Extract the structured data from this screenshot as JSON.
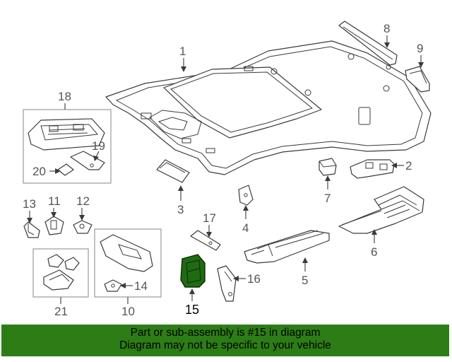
{
  "labels": {
    "p1": "1",
    "p2": "2",
    "p3": "3",
    "p4": "4",
    "p5": "5",
    "p6": "6",
    "p7": "7",
    "p8": "8",
    "p9": "9",
    "p10": "10",
    "p11": "11",
    "p12": "12",
    "p13": "13",
    "p14": "14",
    "p15": "15",
    "p16": "16",
    "p17": "17",
    "p18": "18",
    "p19": "19",
    "p20": "20",
    "p21": "21"
  },
  "highlight": {
    "part_number": "15",
    "color": "#1f6b12"
  },
  "banner": {
    "line1": "Part or sub-assembly is #15 in diagram",
    "line2": "Diagram may not be specific to your vehicle",
    "background": "#2d7d16"
  }
}
